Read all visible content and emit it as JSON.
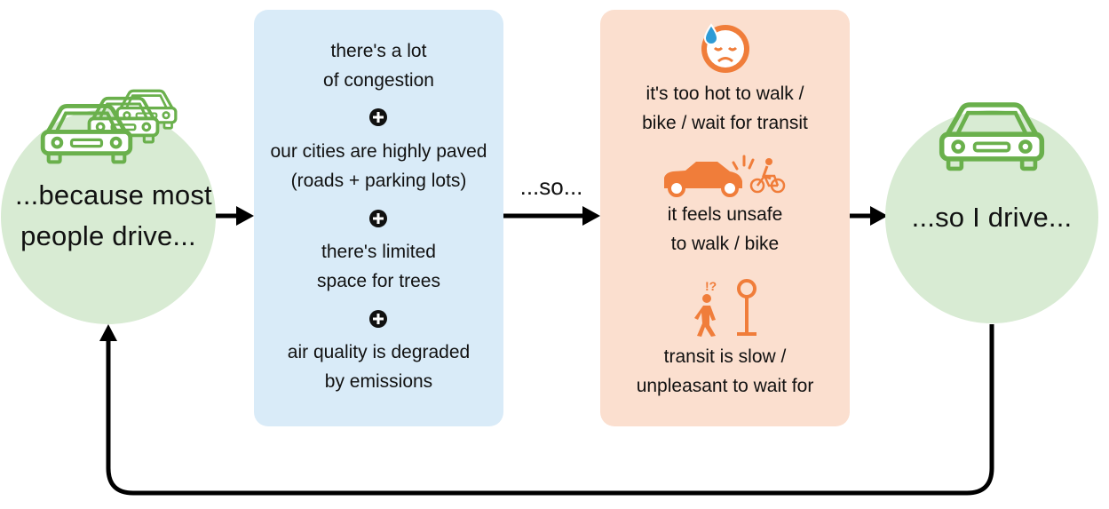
{
  "left_circle": {
    "line1": "...because most",
    "line2": "people drive..."
  },
  "congestion_box": {
    "items": [
      {
        "line1": "there's a lot",
        "line2": "of congestion"
      },
      {
        "line1": "our cities are highly paved",
        "line2": "(roads + parking lots)"
      },
      {
        "line1": "there's limited",
        "line2": "space for trees"
      },
      {
        "line1": "air quality is degraded",
        "line2": "by emissions"
      }
    ]
  },
  "connector_text": "...so...",
  "reasons_box": {
    "items": [
      {
        "line1": "it's too hot to walk /",
        "line2": "bike / wait for transit",
        "icon": "sweating-face-icon"
      },
      {
        "line1": "it feels unsafe",
        "line2": "to walk / bike",
        "icon": "car-and-bike-icon"
      },
      {
        "line1": "transit is slow /",
        "line2": "unpleasant to wait for",
        "icon": "person-waiting-at-stop-icon"
      }
    ]
  },
  "right_circle": {
    "line1": "...so I drive..."
  },
  "colors": {
    "circle_fill": "#d8ebd3",
    "car_green": "#6ab04c",
    "blue_box": "#d9ebf8",
    "orange_box": "#fbdfcf",
    "orange_icon": "#f07d3a",
    "arrow": "#000000"
  }
}
